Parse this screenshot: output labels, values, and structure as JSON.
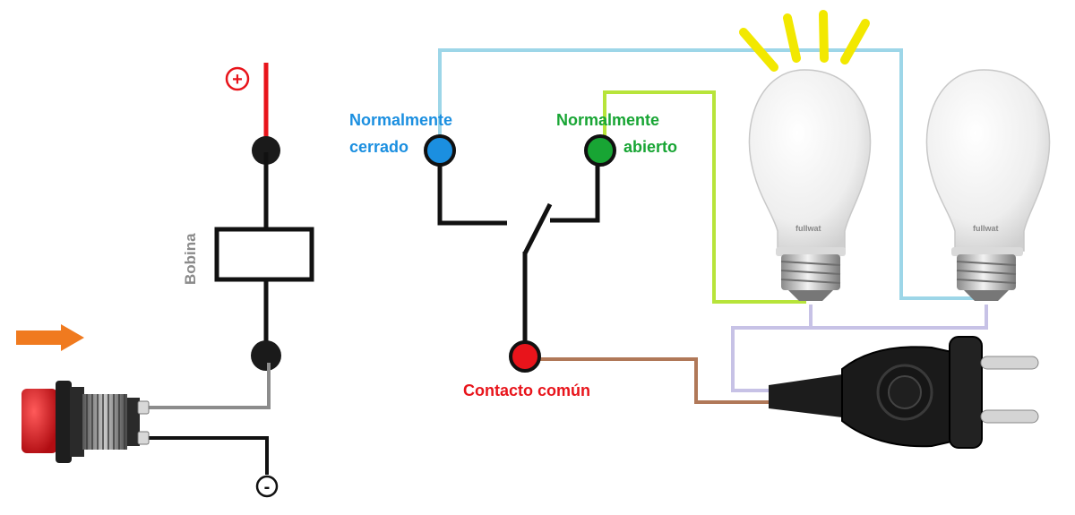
{
  "labels": {
    "plus": "+",
    "minus": "-",
    "coil": "Bobina",
    "nc_line1": "Normalmente",
    "nc_line2": "cerrado",
    "no_line1": "Normalmente",
    "no_line2": "abierto",
    "common": "Contacto común",
    "bulb_brand": "fullwat"
  },
  "icons": {
    "push_button": "push-button-icon",
    "arrow": "arrow-right-icon",
    "plug": "power-plug-icon",
    "bulb": "light-bulb-icon",
    "light_rays": "light-rays-icon"
  },
  "colors": {
    "positive": "#e8141b",
    "negative": "#111111",
    "nc": "#1b8fe0",
    "no": "#18a534",
    "common": "#e8141b",
    "coil_label": "#8a8a8a",
    "wire_cyan": "#9dd6e8",
    "wire_green": "#b7e43a",
    "wire_brown": "#b07858",
    "wire_lavender": "#c7c2e6",
    "wire_gray": "#8c8c8c",
    "arrow": "#f07a1f",
    "rays": "#f2e800"
  }
}
